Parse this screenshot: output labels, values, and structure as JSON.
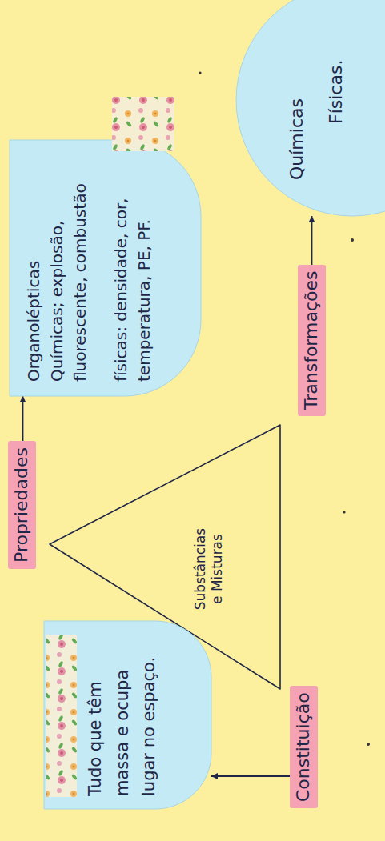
{
  "diagram": {
    "nodes": [
      {
        "text": [
          "Substâncias e Misturas"
        ]
      },
      {
        "text": [
          "Constituição"
        ]
      },
      {
        "text": [
          "Tudo que têm massa e ocupa lugar no espaço."
        ]
      },
      {
        "text": [
          "Propriedades"
        ]
      },
      {
        "text": [
          "Organolépticas",
          "Químicas; explosão, fluorescente, combustão",
          "físicas: densidade, cor, temperatura, PE, PF."
        ]
      },
      {
        "text": [
          "Transformações"
        ]
      },
      {
        "text": [
          "Químicas",
          "Físicas."
        ]
      }
    ],
    "edges": [
      {
        "from": 1,
        "to": 2,
        "arrow": "to"
      },
      {
        "from": 3,
        "to": 4,
        "arrow": "to"
      },
      {
        "from": 5,
        "to": 6,
        "arrow": "to"
      }
    ]
  }
}
